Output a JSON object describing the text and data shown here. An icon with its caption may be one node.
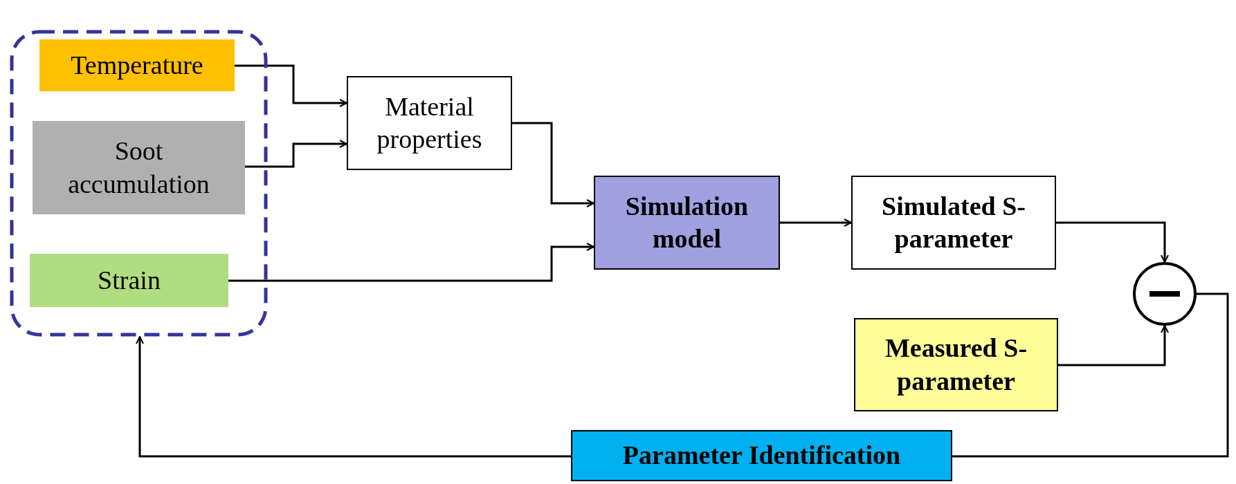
{
  "diagram": {
    "nodes": [
      {
        "text": [],
        "shape": "box"
      },
      {
        "text": [
          "Temperature"
        ],
        "in": 0
      },
      {
        "text": [
          "Soot accumulation"
        ],
        "in": 0
      },
      {
        "text": [
          "Strain"
        ],
        "in": 0
      },
      {
        "text": [
          "Material properties"
        ]
      },
      {
        "text": [
          "Simulation model"
        ]
      },
      {
        "text": [
          "Simulated S-parameter"
        ]
      },
      {
        "text": [],
        "shape": "circle"
      },
      {
        "text": [
          "Measured S-parameter"
        ]
      },
      {
        "text": [
          "Parameter Identification"
        ]
      }
    ],
    "edges": [
      {
        "from": 1,
        "to": 4,
        "arrow": "to"
      },
      {
        "from": 2,
        "to": 4,
        "arrow": "to"
      },
      {
        "from": 4,
        "to": 5,
        "arrow": "to"
      },
      {
        "from": 3,
        "to": 5,
        "arrow": "to"
      },
      {
        "from": 5,
        "to": 6,
        "arrow": "to"
      },
      {
        "from": 6,
        "to": 7,
        "arrow": "to"
      },
      {
        "from": 8,
        "to": 7,
        "arrow": "to"
      },
      {
        "from": 7,
        "to": 9,
        "arrow": "none"
      },
      {
        "from": 9,
        "to": 0,
        "arrow": "to"
      }
    ]
  }
}
